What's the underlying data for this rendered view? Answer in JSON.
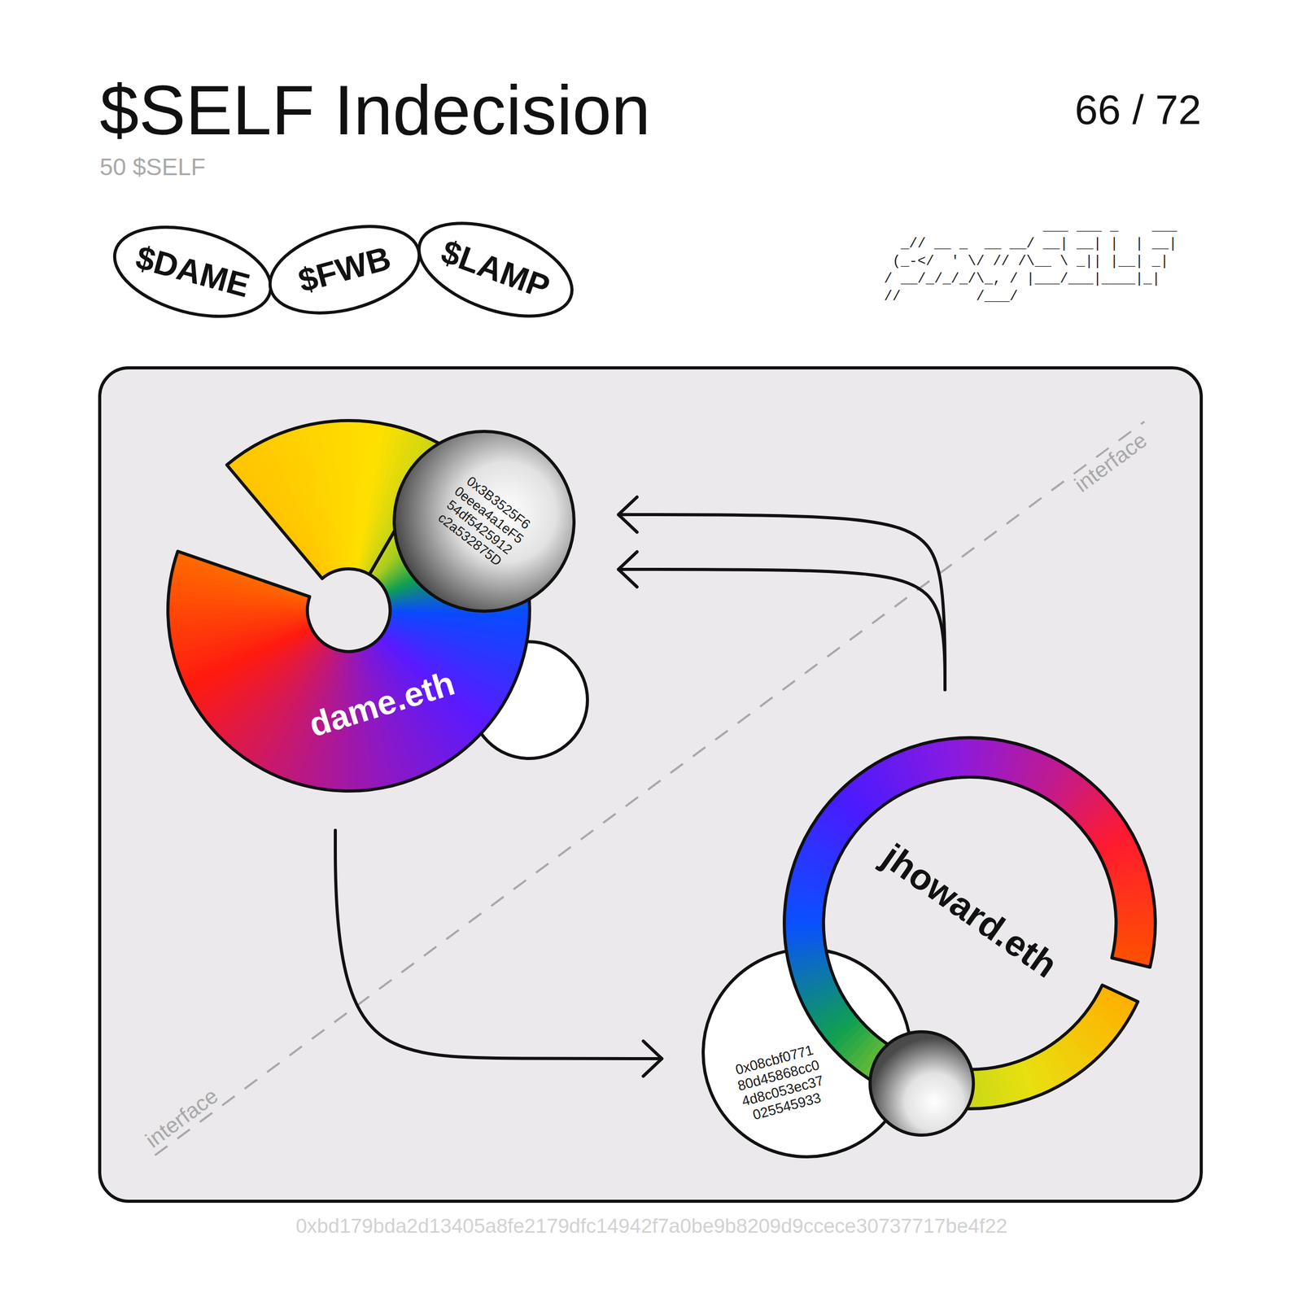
{
  "diagram": {
    "title": "$SELF Indecision",
    "nodes": [
      {
        "text": [
          "$DAME"
        ]
      },
      {
        "text": [
          "$FWB"
        ]
      },
      {
        "text": [
          "$LAMP"
        ]
      },
      {
        "text": [
          "dame.eth"
        ]
      },
      {
        "text": [
          "0x3B3525F6 0eeea4a1eF5 54df5425912 c2a532875D"
        ]
      },
      {
        "text": [
          "jhoward.eth"
        ]
      },
      {
        "text": [
          "0x08cbf0771 80d45868cc0 4d8c053ec37 025545933"
        ]
      }
    ],
    "edges": [
      {
        "from": 5,
        "to": 4,
        "arrow": "to"
      },
      {
        "from": 5,
        "to": 3,
        "arrow": "to"
      },
      {
        "from": 3,
        "to": 6,
        "arrow": "to"
      }
    ],
    "labels": [
      "50 $SELF",
      "66 / 72",
      "                   ___ ___ _    ___",
      "  _// __ _  __ __/ __| __| |  | __|",
      " (_-</  ' \\/ // /\\__ \\ _|| |__| _|",
      "/ __/_/_/_/\\_, / |___/___|____|_|",
      "//         /___/",
      "interface",
      "interface",
      "0xbd179bda2d13405a8fe2179dfc14942f7a0be9b8209d9ccece30737717be4f22"
    ]
  }
}
